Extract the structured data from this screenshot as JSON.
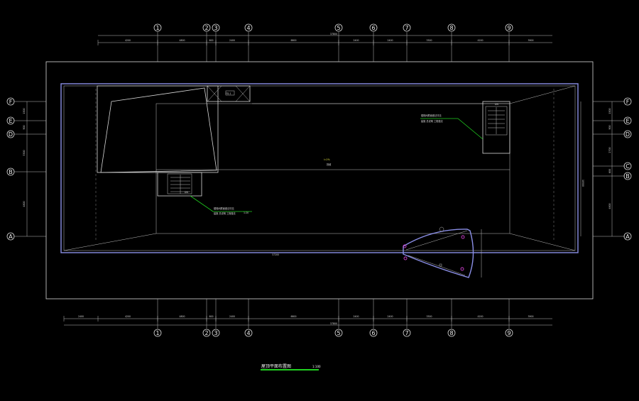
{
  "title": {
    "text": "屋顶平面布置图",
    "scale": "1:100"
  },
  "axes": {
    "top": [
      "1",
      "2",
      "3",
      "4",
      "5",
      "6",
      "7",
      "8",
      "9"
    ],
    "bottom": [
      "1",
      "2",
      "3",
      "4",
      "5",
      "6",
      "7",
      "8",
      "9"
    ],
    "left": [
      "F",
      "E",
      "D",
      "B",
      "A"
    ],
    "right": [
      "F",
      "E",
      "D",
      "C",
      "B",
      "A"
    ]
  },
  "dimensions": {
    "top_segments": [
      "4200",
      "4800",
      "600",
      "2400",
      "6600",
      "2400",
      "2400",
      "3300",
      "4200",
      "3900"
    ],
    "top_total": "37800",
    "bottom_segments": [
      "2400",
      "4200",
      "4800",
      "600",
      "2400",
      "6600",
      "2400",
      "2400",
      "3300",
      "4200",
      "3900"
    ],
    "bottom_total": "37800",
    "left_segments": [
      "1500",
      "900",
      "3300",
      "4800"
    ],
    "right_segments": [
      "1500",
      "900",
      "2700",
      "600",
      "4800"
    ],
    "right_total": "10500",
    "interior_length": "37200"
  },
  "annotations": {
    "roof_note": "i=2%",
    "roof_note_sub": "找坡",
    "stair_note_right_1": "楼梯间屋面做法详见",
    "stair_note_right_2": "建施 总说明 工程做法",
    "stair_note_left_1": "楼梯间屋面做法详见",
    "stair_note_left_2": "建施 总说明 工程做法",
    "stair_tag_left": "1:20",
    "hatch_tag": "FD-1",
    "stair_tag_right": "DN",
    "stair_tag_left_up": "DN"
  },
  "colors": {
    "background": "#000000",
    "linework": "#d9d9d9",
    "wall_outline": "#8a8ee6",
    "leader": "#20d020",
    "drain_marker": "#d040d0"
  }
}
